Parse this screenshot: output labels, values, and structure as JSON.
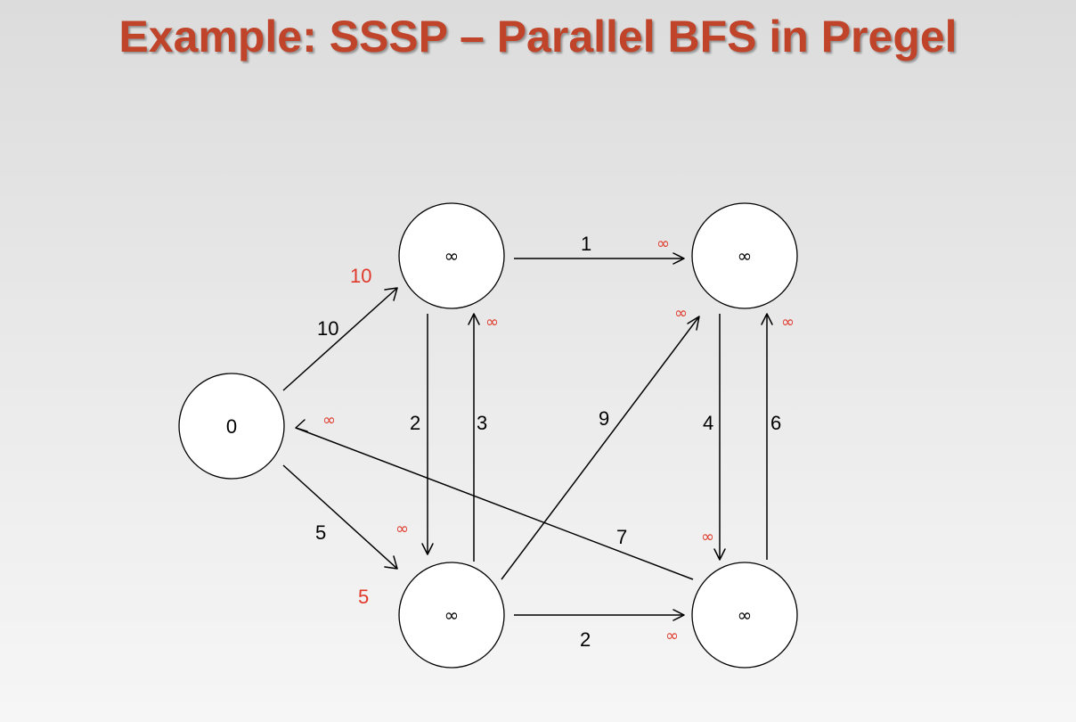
{
  "slide": {
    "title": "Example: SSSP – Parallel BFS in Pregel"
  },
  "nodes": {
    "source": "0",
    "top_left": "∞",
    "top_right": "∞",
    "bottom_left": "∞",
    "bottom_right": "∞"
  },
  "edges": {
    "src_to_tl": "10",
    "src_to_bl": "5",
    "tl_to_tr": "1",
    "tl_to_bl": "2",
    "bl_to_tl": "3",
    "bl_to_tr": "9",
    "tr_to_br": "4",
    "br_to_tr": "6",
    "bl_to_br": "2",
    "br_to_src": "7"
  },
  "messages": {
    "tl_in_from_src": "10",
    "bl_in_from_src": "5",
    "tr_in_from_tl": "∞",
    "tl_in_from_bl": "∞",
    "tr_in_from_bl": "∞",
    "tr_in_from_br": "∞",
    "src_in_from_br": "∞",
    "bl_in_from_tl": "∞",
    "br_in_from_tr": "∞",
    "br_in_from_bl": "∞"
  },
  "colors": {
    "title": "#c0442a",
    "message": "#e0392b"
  }
}
